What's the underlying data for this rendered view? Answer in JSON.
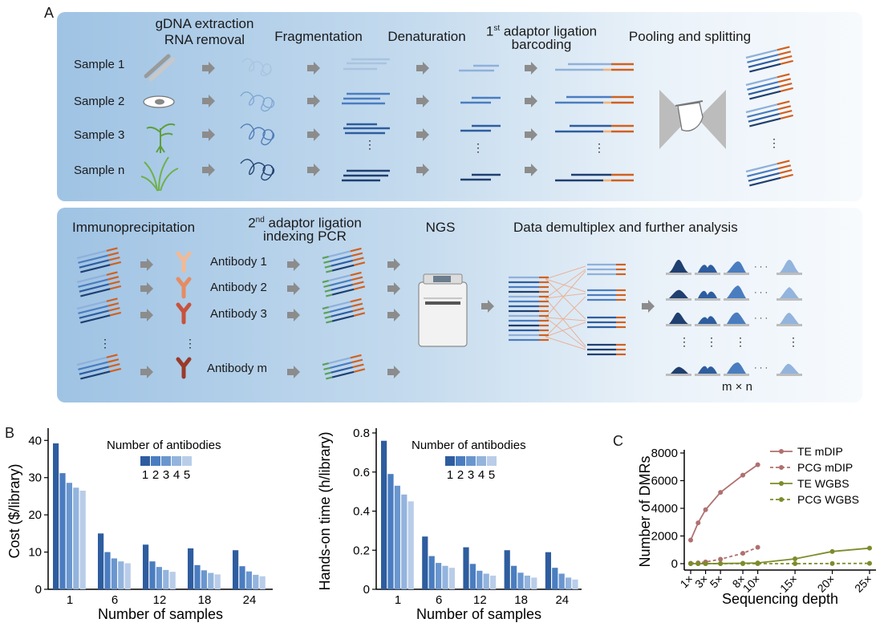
{
  "panel_a": {
    "letter": "A",
    "headers": {
      "extraction_1": "gDNA extraction",
      "extraction_2": "RNA removal",
      "fragmentation": "Fragmentation",
      "denaturation": "Denaturation",
      "ligation_1_pre": "1",
      "ligation_1_sup": "st",
      "ligation_1_post": " adaptor ligation",
      "ligation_2": "barcoding",
      "pooling": "Pooling and splitting",
      "ip": "Immunoprecipitation",
      "lig2_pre": "2",
      "lig2_sup": "nd",
      "lig2_post": " adaptor ligation",
      "indexing": "indexing PCR",
      "ngs": "NGS",
      "demux": "Data demultiplex and further analysis"
    },
    "samples": [
      "Sample 1",
      "Sample 2",
      "Sample 3",
      "Sample n"
    ],
    "antibodies": [
      "Antibody 1",
      "Antibody 2",
      "Antibody 3",
      "Antibody m"
    ],
    "matrix_label": "m × n",
    "ellipsis": "⋮",
    "hellipsis": "· · ·"
  },
  "panel_b": {
    "letter": "B",
    "legend_title": "Number of antibodies",
    "colors": [
      "#2e5d9f",
      "#4a7dc0",
      "#6a96cf",
      "#93b4dd",
      "#b9cde9"
    ],
    "chart_data": [
      {
        "type": "bar",
        "ylabel": "Cost ($/library)",
        "xlabel": "Number of samples",
        "categories": [
          "1",
          "6",
          "12",
          "18",
          "24"
        ],
        "ylim": [
          0,
          42
        ],
        "yticks": [
          0,
          10,
          20,
          30,
          40
        ],
        "series": [
          {
            "name": "1",
            "values": [
              39.2,
              15.0,
              12.0,
              11.0,
              10.5
            ]
          },
          {
            "name": "2",
            "values": [
              31.2,
              10.0,
              7.5,
              6.5,
              6.2
            ]
          },
          {
            "name": "3",
            "values": [
              28.6,
              8.3,
              6.0,
              5.1,
              4.8
            ]
          },
          {
            "name": "4",
            "values": [
              27.3,
              7.5,
              5.2,
              4.4,
              3.9
            ]
          },
          {
            "name": "5",
            "values": [
              26.5,
              7.0,
              4.7,
              4.0,
              3.5
            ]
          }
        ]
      },
      {
        "type": "bar",
        "ylabel": "Hands-on time (h/library)",
        "xlabel": "Number of samples",
        "categories": [
          "1",
          "6",
          "12",
          "18",
          "24"
        ],
        "ylim": [
          0,
          0.8
        ],
        "yticks": [
          "0",
          "0.2",
          "0.4",
          "0.6",
          "0.8"
        ],
        "series": [
          {
            "name": "1",
            "values": [
              0.76,
              0.27,
              0.215,
              0.2,
              0.19
            ]
          },
          {
            "name": "2",
            "values": [
              0.59,
              0.17,
              0.13,
              0.12,
              0.11
            ]
          },
          {
            "name": "3",
            "values": [
              0.53,
              0.135,
              0.095,
              0.085,
              0.08
            ]
          },
          {
            "name": "4",
            "values": [
              0.485,
              0.12,
              0.08,
              0.07,
              0.06
            ]
          },
          {
            "name": "5",
            "values": [
              0.45,
              0.11,
              0.07,
              0.06,
              0.05
            ]
          }
        ]
      }
    ]
  },
  "panel_c": {
    "letter": "C",
    "chart_data": {
      "type": "line",
      "ylabel": "Number of DMRs",
      "xlabel": "Sequencing depth",
      "x_ticks": [
        "1×",
        "3×",
        "5×",
        "8×",
        "10×",
        "15×",
        "20×",
        "25×"
      ],
      "x_tick_values": [
        1,
        3,
        5,
        8,
        10,
        15,
        20,
        25
      ],
      "ylim": [
        0,
        8000
      ],
      "yticks": [
        "0",
        "2000",
        "4000",
        "6000",
        "8000"
      ],
      "series": [
        {
          "name": "TE mDIP",
          "color": "#b07070",
          "dashed": false,
          "x": [
            1,
            2,
            3,
            5,
            8,
            10
          ],
          "y": [
            1700,
            2950,
            3900,
            5150,
            6400,
            7150
          ]
        },
        {
          "name": "PCG mDIP",
          "color": "#b07070",
          "dashed": true,
          "x": [
            1,
            2,
            3,
            5,
            8,
            10
          ],
          "y": [
            30,
            60,
            120,
            320,
            750,
            1180
          ]
        },
        {
          "name": "TE WGBS",
          "color": "#7c8c2a",
          "dashed": false,
          "x": [
            1,
            2,
            3,
            5,
            8,
            10,
            15,
            20,
            25
          ],
          "y": [
            0,
            0,
            0,
            10,
            30,
            50,
            350,
            880,
            1120
          ]
        },
        {
          "name": "PCG WGBS",
          "color": "#7c8c2a",
          "dashed": true,
          "x": [
            1,
            2,
            3,
            5,
            8,
            10,
            15,
            20,
            25
          ],
          "y": [
            0,
            0,
            0,
            0,
            0,
            0,
            0,
            10,
            20
          ]
        }
      ]
    }
  }
}
